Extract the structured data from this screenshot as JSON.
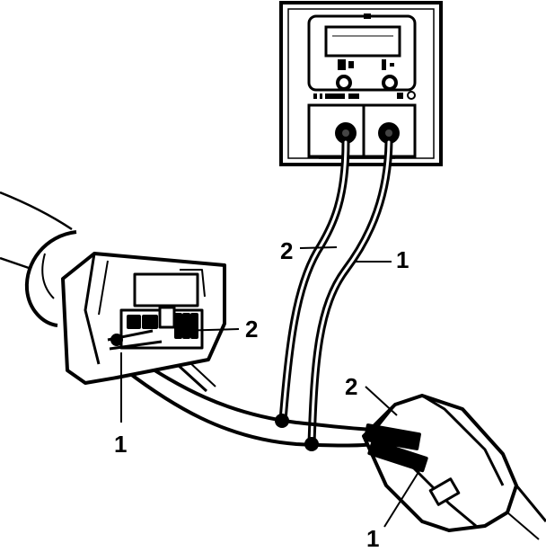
{
  "diagram": {
    "callouts": {
      "probe_2_top": "2",
      "probe_1_top": "1",
      "connector_left_pin_2": "2",
      "connector_left_pin_1": "1",
      "connector_right_pin_2": "2",
      "connector_right_pin_1": "1"
    },
    "colors": {
      "ink": "#000000",
      "paper": "#ffffff",
      "shade": "#d9d9d9"
    },
    "meter": {
      "display_label": "",
      "left_button_icon": "knob-icon",
      "right_button_icon": "knob-icon"
    }
  }
}
